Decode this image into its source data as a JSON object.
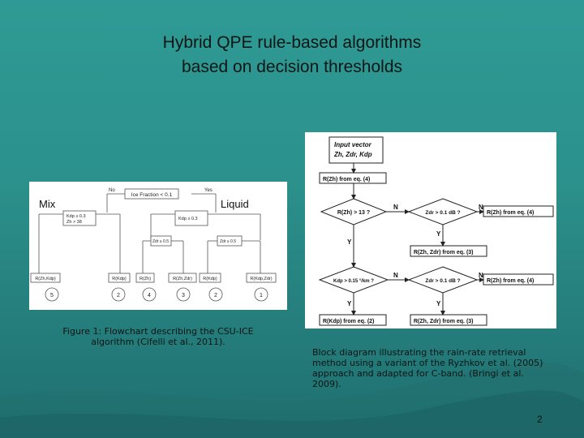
{
  "title_line1": "Hybrid QPE rule-based algorithms",
  "title_line2": "based on decision thresholds",
  "left_figure": {
    "mix": "Mix",
    "liquid": "Liquid",
    "ice_fraction": "Ice Fraction < 0.1",
    "no": "No",
    "yes": "Yes",
    "cond_kdp": "Kdp ≥ 0.3",
    "cond_zh": "Zh > 38",
    "cond_kdp2": "Kdp ≥ 0.3",
    "cond_zdr1": "Zdr ≥ 0.5",
    "cond_zdr2": "Zdr ≥ 0.5",
    "out1": "R(Zh,Kdp)",
    "out2": "R(Kdp)",
    "out3": "R(Zh)",
    "out4": "R(Zh,Zdr)",
    "out5": "R(Kdp)",
    "out6": "R(Kdp,Zdr)",
    "n1": "5",
    "n2": "2",
    "n3": "4",
    "n4": "3",
    "n5": "2",
    "n6": "1"
  },
  "right_figure": {
    "input_vector": "Input vector",
    "input_vars": "Zh, Zdr, Kdp",
    "box_rzh": "R(Zh) from eq. (4)",
    "cond1": "R(Zh) > 13 ?",
    "cond2": "Zdr > 0.1 dB ?",
    "cond3": "Kdp > 0.15 °/km ?",
    "cond4": "Zdr > 0.1 dB ?",
    "n": "N",
    "y": "Y",
    "box_rzh_right1": "R(Zh) from eq. (4)",
    "box_rzh_zdr1": "R(Zh, Zdr) from eq. (3)",
    "box_rzh_right2": "R(Zh) from eq. (4)",
    "box_rkdp": "R(Kdp) from eq. (2)",
    "box_rzh_zdr2": "R(Zh, Zdr) from eq. (3)"
  },
  "caption_left": "Figure 1: Flowchart describing the CSU-ICE algorithm (Cifelli et al., 2011).",
  "caption_right": "Block diagram illustrating the rain-rate retrieval method using a variant of the Ryzhkov et al. (2005) approach and adapted for C-band. (Bringi et al. 2009).",
  "slide_number": "2"
}
